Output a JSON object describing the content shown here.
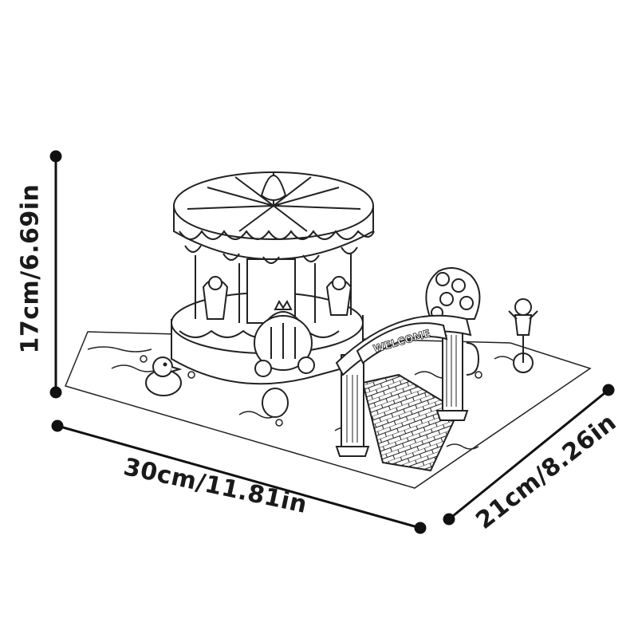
{
  "product": {
    "sign_text": "WELCOME"
  },
  "dimensions": {
    "height_label": "17cm/6.69in",
    "length_label": "30cm/11.81in",
    "width_label": "21cm/8.26in"
  },
  "colors": {
    "line": "#1a1a1a",
    "background": "#ffffff"
  }
}
